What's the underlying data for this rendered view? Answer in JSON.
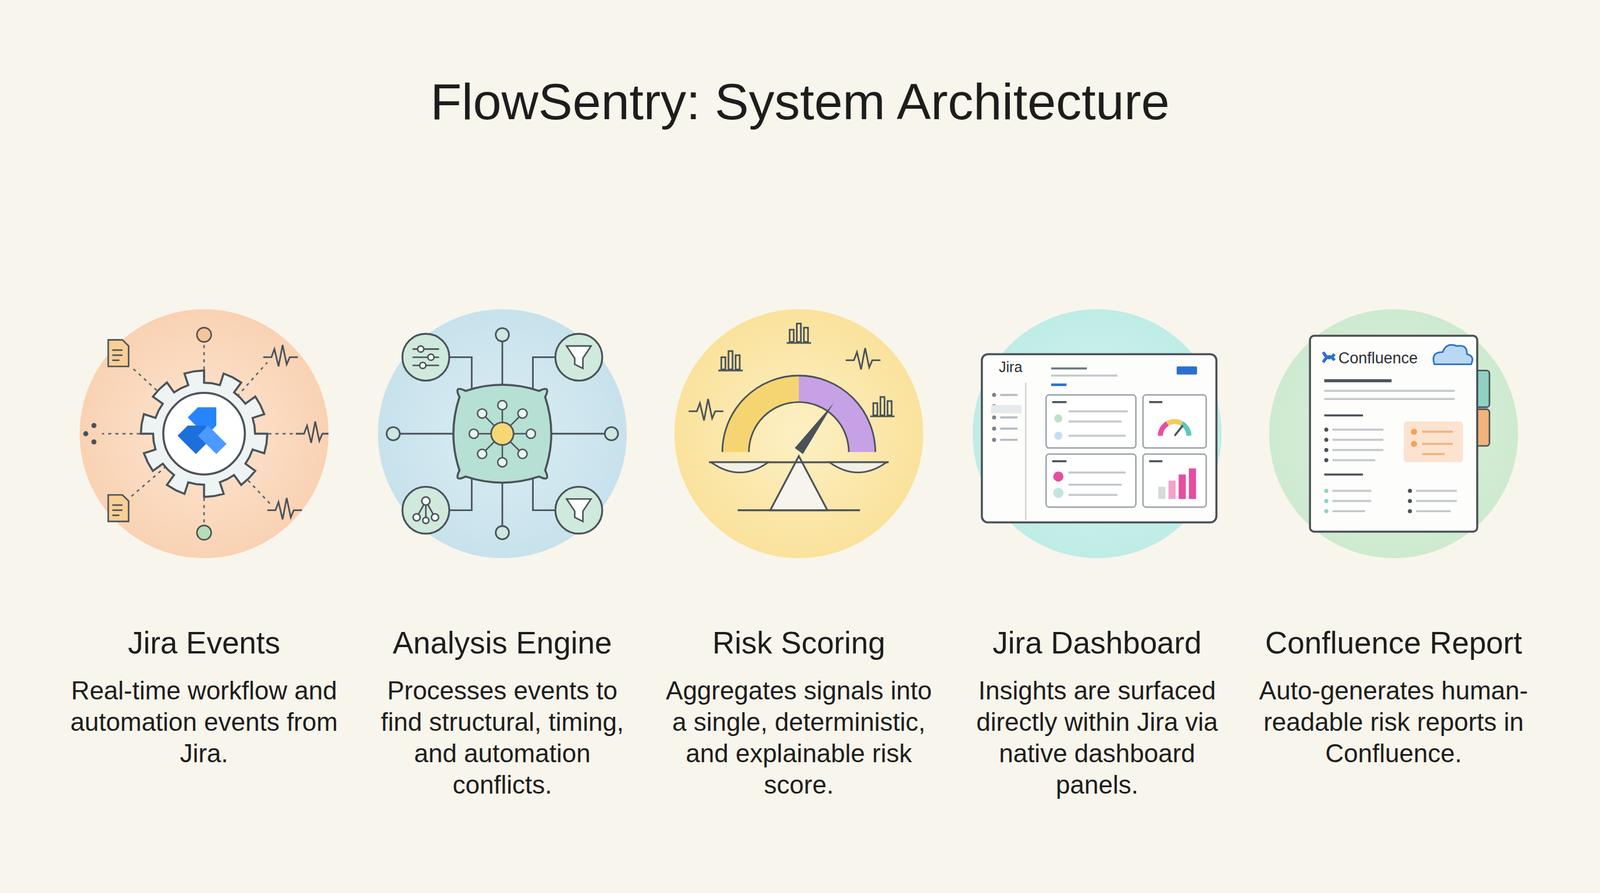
{
  "diagram": {
    "title": "FlowSentry: System Architecture",
    "nodes": [
      {
        "text": [
          "Jira Events",
          "Real-time workflow and automation events from Jira."
        ]
      },
      {
        "text": [
          "Analysis Engine",
          "Processes events to find structural, timing, and automation conflicts."
        ]
      },
      {
        "text": [
          "Risk Scoring",
          "Aggregates signals into a single, deterministic, and explainable risk score."
        ]
      },
      {
        "text": [
          "Jira Dashboard",
          "Insights are surfaced directly within Jira via native dashboard panels."
        ]
      },
      {
        "text": [
          "Confluence Report",
          "Auto-generates human-readable risk reports in Confluence."
        ]
      }
    ],
    "labels": [
      "Jira",
      "Confluence"
    ]
  }
}
